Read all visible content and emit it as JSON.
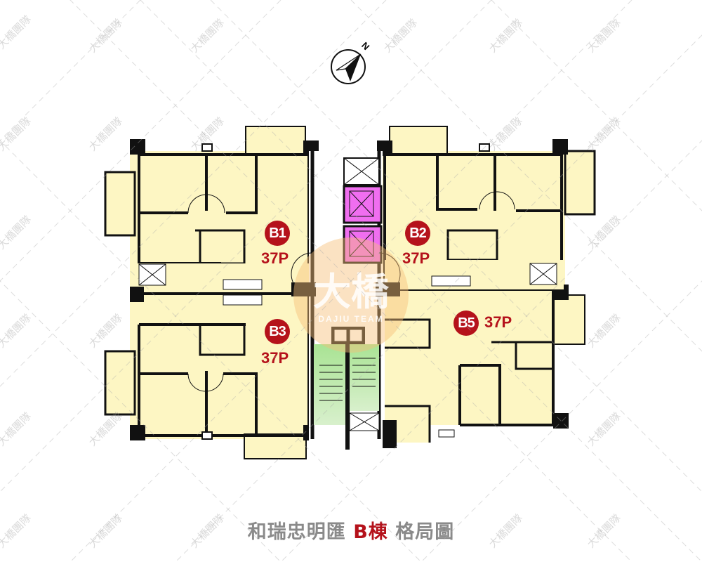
{
  "compass": {
    "label": "N",
    "icon": "north-arrow-compass"
  },
  "caption": {
    "prefix": "和瑞忠明匯 ",
    "highlight": "B棟",
    "suffix": " 格局圖"
  },
  "units": [
    {
      "id": "B1",
      "parking": "37P"
    },
    {
      "id": "B2",
      "parking": "37P"
    },
    {
      "id": "B3",
      "parking": "37P"
    },
    {
      "id": "B5",
      "parking": "37P"
    }
  ],
  "logo": {
    "main": "大橋",
    "sub": "DAJIU TEAM"
  },
  "watermark": {
    "text": "大橋團隊"
  },
  "colors": {
    "unit_fill": "#fdf6c3",
    "wall": "#111111",
    "elevator": "#f06ef0",
    "stairs": "#b9e6a6",
    "badge_red": "#b5121b",
    "caption_gray": "#8a8a8a"
  }
}
